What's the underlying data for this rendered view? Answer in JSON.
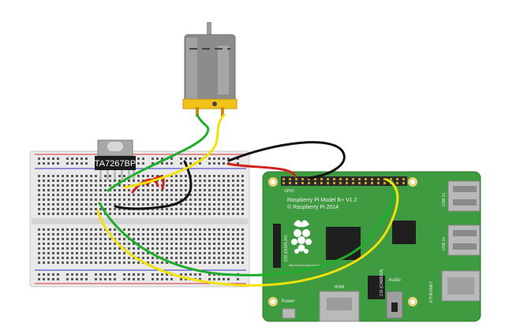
{
  "chip": {
    "label": "TA7267BP"
  },
  "pi": {
    "model": "Raspberry Pi Model B+ V1.2",
    "copyright": "© Raspberry Pi 2014",
    "gpio_label": "GPIO",
    "usb1": "USB 2x",
    "usb2": "USB 2x",
    "ethernet": "ETHERNET",
    "hdmi": "HDMI",
    "audio": "Audio",
    "power": "Power",
    "camera": "CSI (CAMERA)",
    "display": "DSI (DISPLAY)",
    "url": "http://www.raspberrypi.org"
  },
  "colors": {
    "board_green": "#3e9b3f",
    "wire_red": "#d21f1f",
    "wire_black": "#111111",
    "wire_green": "#1fae2b",
    "wire_yellow": "#f2e20c",
    "motor_gray": "#8c8c8c",
    "motor_yellow": "#f2c21b"
  }
}
